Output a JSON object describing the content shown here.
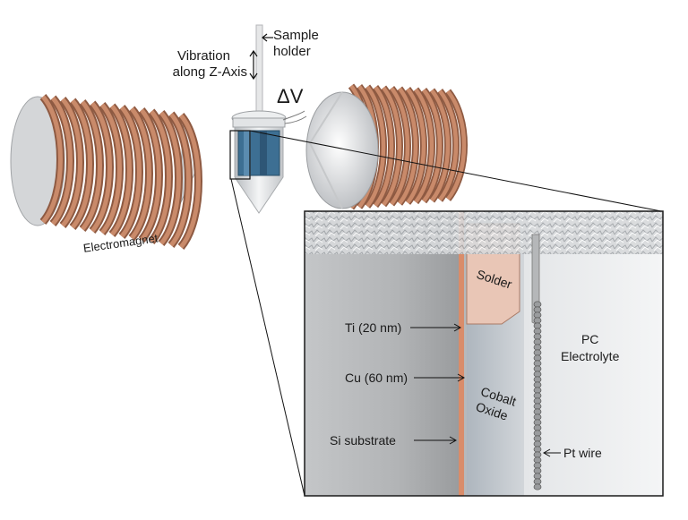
{
  "labels": {
    "sample_holder": [
      "Sample",
      "holder"
    ],
    "vibration": [
      "Vibration",
      "along Z-Axis"
    ],
    "delta_v": "ΔV",
    "electromagnet": "Electromagnet",
    "solder": "Solder",
    "pc_electrolyte": [
      "PC",
      "Electrolyte"
    ],
    "ti": "Ti (20 nm)",
    "cu": "Cu (60 nm)",
    "cobalt_oxide": [
      "Cobalt",
      "Oxide"
    ],
    "si_substrate": "Si substrate",
    "pt_wire": "Pt wire"
  },
  "colors": {
    "copper": "#c98a6a",
    "copper_dark": "#8e5a42",
    "silver": "#d8dadc",
    "sample_blue": "#3d6f93",
    "inset_border": "#1a1a1a",
    "pink_film": "#e9c6b6"
  }
}
